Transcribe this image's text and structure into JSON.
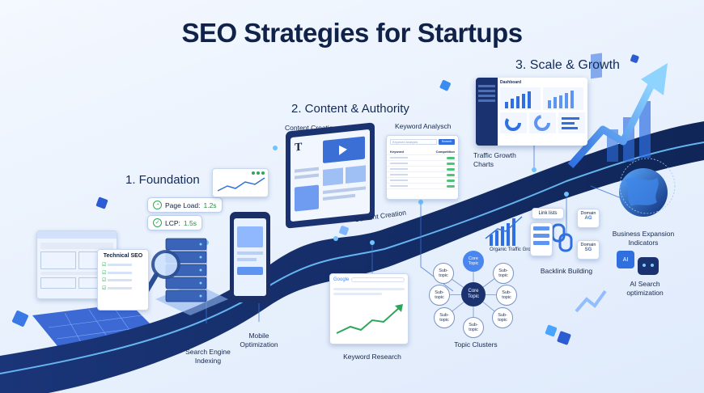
{
  "title": "SEO Strategies for Startups",
  "stages": {
    "foundation": "1. Foundation",
    "content": "2. Content & Authority",
    "scale": "3. Scale & Growth"
  },
  "foundation": {
    "technical_seo": "Technical SEO",
    "page_load": {
      "label": "Page Load:",
      "value": "1.2s"
    },
    "lcp": {
      "label": "LCP:",
      "value": "1.5s"
    },
    "search_engine_indexing": "Search Engine\nIndexing",
    "mobile_optimization": "Mobile\nOptimization"
  },
  "content": {
    "content_creation_top": "Content Creation",
    "content_creation_road": "Content Creation",
    "keyword_analysis": "Keyword Analysch",
    "keyword_table": {
      "search_placeholder": "Keyword analysis",
      "search_button": "Search",
      "col_keyword": "Keyword",
      "col_competition": "Competition"
    },
    "keyword_research": "Keyword Research",
    "google_logo": "Google",
    "topic_clusters": "Topic Clusters",
    "core_topic": "Core\nTopic",
    "core_topic_small": "Core\nTopic",
    "sub_topic": "Sub-\ntopic",
    "organic_traffic_growth": "Organic Traffic Growth"
  },
  "scale": {
    "dashboard_title": "Dashboard",
    "traffic_growth_charts": "Traffic Growth\nCharts",
    "backlink_building": "Backlink Building",
    "link_lists": "Link lists",
    "domain_a": "Domain",
    "domain_a_value": "AG",
    "domain_b": "Domain",
    "domain_b_value": "SG",
    "business_expansion": "Business Expansion\nIndicators",
    "ai_search": "AI Search\noptimization",
    "ai_chip": "AI"
  },
  "colors": {
    "road": "#16306b",
    "road_line": "#6fc3ff",
    "accent": "#2f6fe0",
    "green": "#2ea65a"
  }
}
